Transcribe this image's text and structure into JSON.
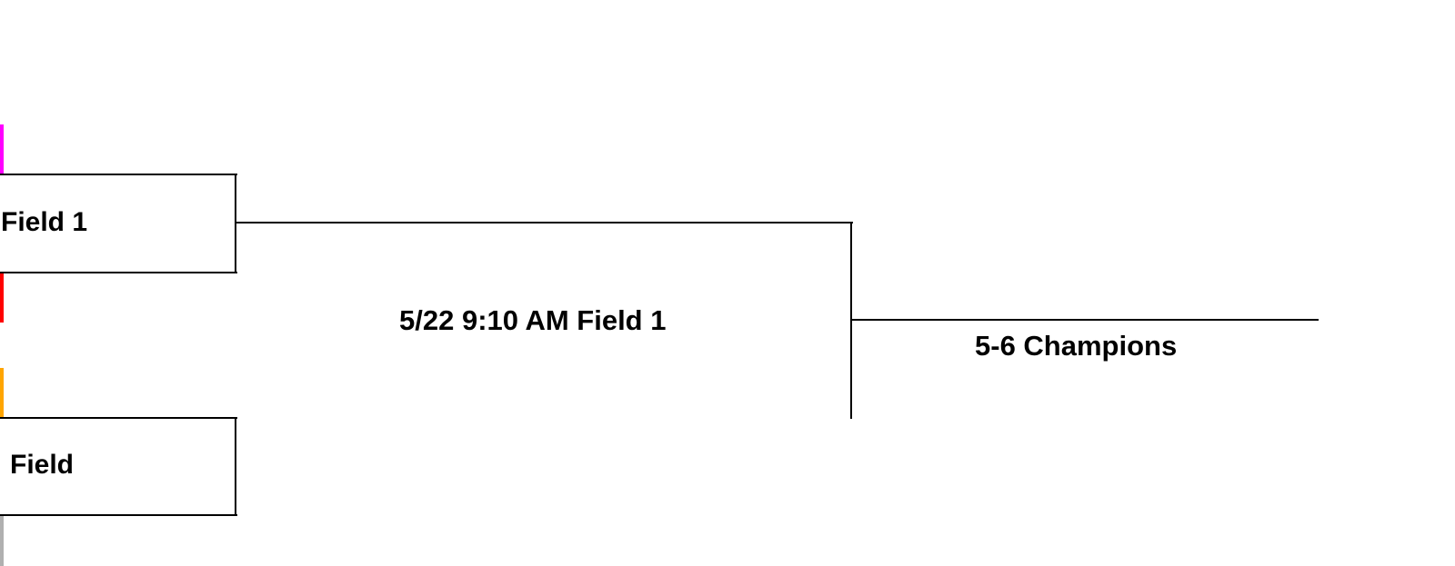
{
  "bracket": {
    "match_top": {
      "label": "Field 1"
    },
    "match_bottom": {
      "label": "Field"
    },
    "final": {
      "label": "5/22 9:10 AM Field 1"
    },
    "result": {
      "label": "5-6 Champions"
    }
  },
  "seed_colors": {
    "seed_1": "#ff00ff",
    "seed_2": "#ff0000",
    "seed_3": "#ffa500",
    "seed_4": "#b0b0b0"
  }
}
